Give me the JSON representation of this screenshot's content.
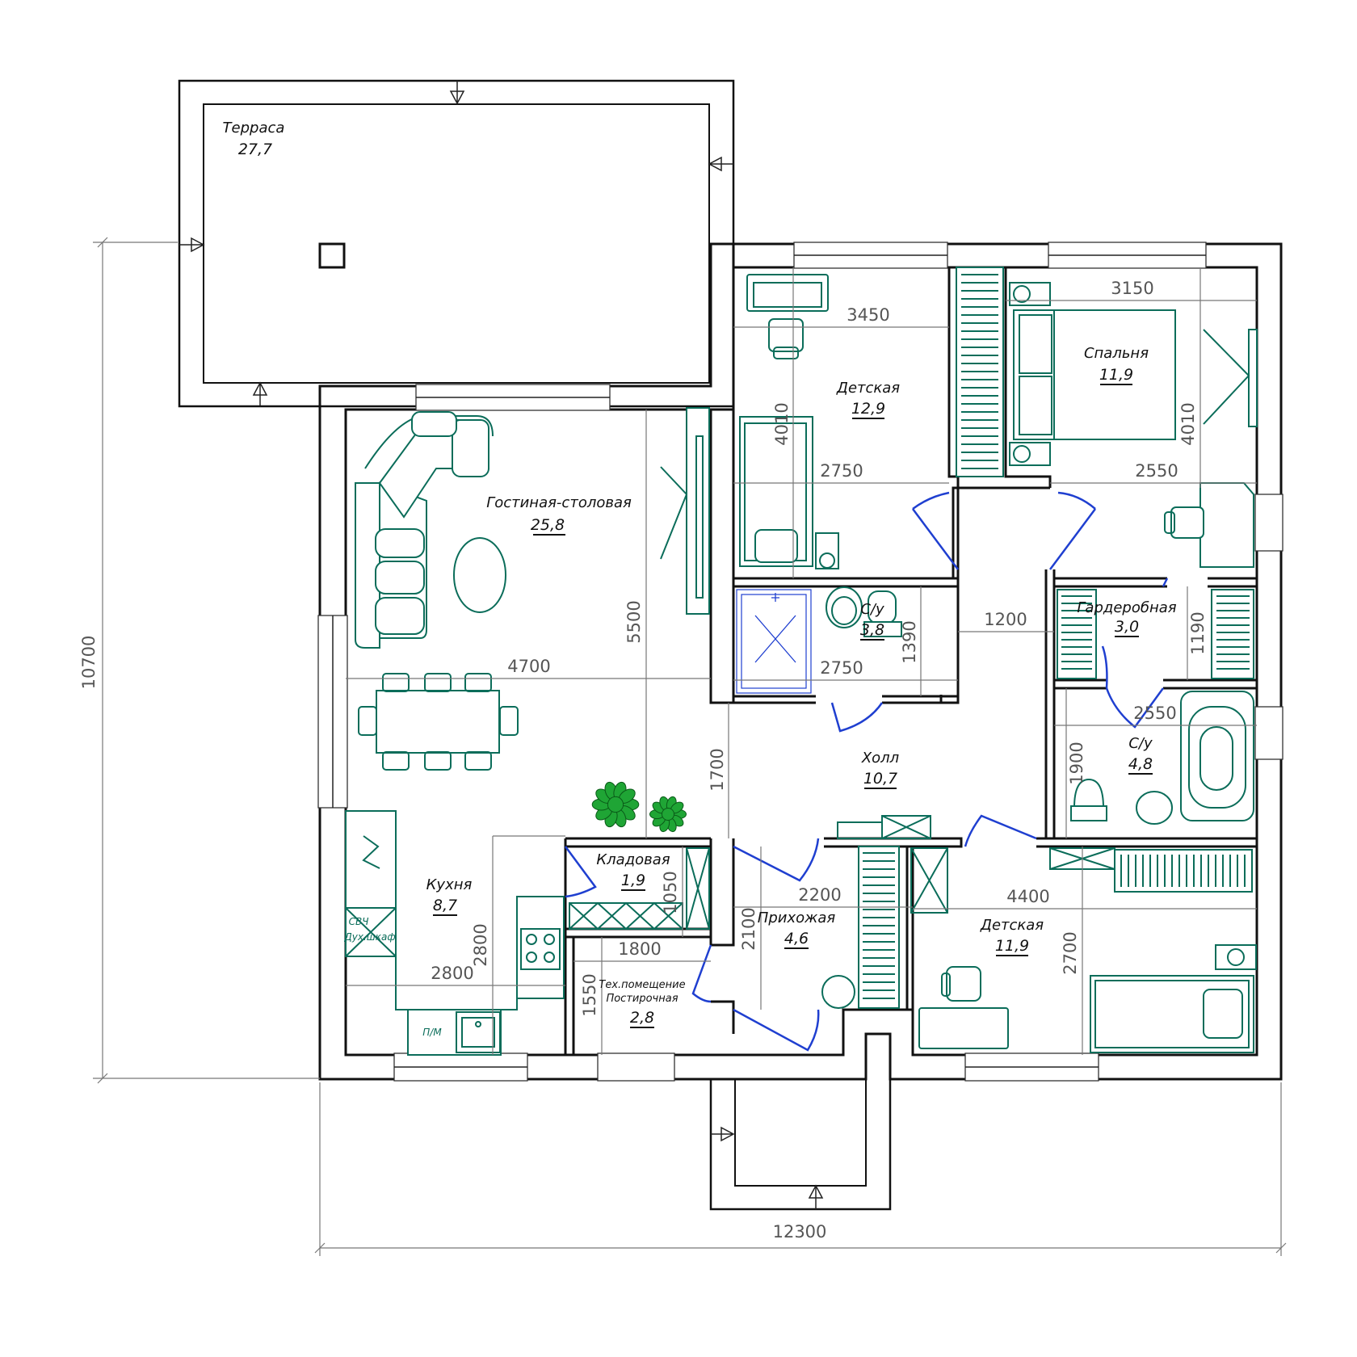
{
  "rooms": {
    "terrace": {
      "name": "Терраса",
      "area": "27,7"
    },
    "living": {
      "name": "Гостиная-столовая",
      "area": "25,8"
    },
    "kids1": {
      "name": "Детская",
      "area": "12,9"
    },
    "bedroom": {
      "name": "Спальня",
      "area": "11,9"
    },
    "bath1": {
      "name": "С/у",
      "area": "3,8"
    },
    "wardrobe": {
      "name": "Гардеробная",
      "area": "3,0"
    },
    "bath2": {
      "name": "С/у",
      "area": "4,8"
    },
    "hall": {
      "name": "Холл",
      "area": "10,7"
    },
    "pantry": {
      "name": "Кладовая",
      "area": "1,9"
    },
    "kitchen": {
      "name": "Кухня",
      "area": "8,7"
    },
    "entry": {
      "name": "Прихожая",
      "area": "4,6"
    },
    "tech": {
      "name_line1": "Тех.помещение",
      "name_line2": "Постирочная",
      "area": "2,8"
    },
    "kids2": {
      "name": "Детская",
      "area": "11,9"
    }
  },
  "dimensions": {
    "overall_width": "12300",
    "overall_height": "10700",
    "kids1_width": "3450",
    "kids1_height": "4010",
    "kids1_lower": "2750",
    "bedroom_width": "3150",
    "bedroom_height": "4010",
    "bedroom_lower": "2550",
    "living_height": "5500",
    "living_width": "4700",
    "bath1_width": "2750",
    "bath1_height": "1390",
    "corridor": "1200",
    "wardrobe_height": "1190",
    "bath2_width": "2550",
    "bath2_height": "1900",
    "hall_height": "1700",
    "entry_width": "2200",
    "entry_height": "2100",
    "kitchen_height": "2800",
    "kitchen_width": "2800",
    "tech_width": "1800",
    "tech_height": "1550",
    "pantry_height": "1050",
    "kids2_width": "4400",
    "kids2_height": "2700"
  },
  "appliances": {
    "microwave": "СВЧ",
    "oven": "Дух.шкаф",
    "dishwasher": "П/М"
  },
  "colors": {
    "walls": "#111111",
    "furniture": "#0b6d5a",
    "doors": "#1f3fd0",
    "plants": "#1fa535",
    "dimension_lines": "#777777"
  }
}
